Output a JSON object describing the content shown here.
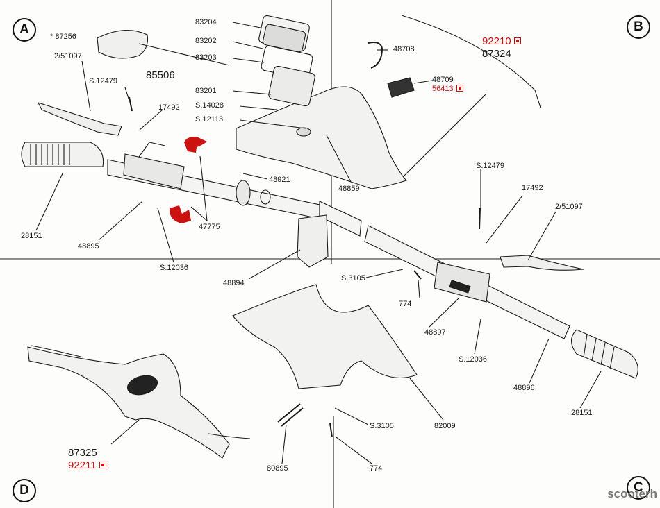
{
  "sections": {
    "a": "A",
    "b": "B",
    "c": "C",
    "d": "D"
  },
  "labels": {
    "p87256": "* 87256",
    "p2_51097_left": "2/51097",
    "s12479_left": "S.12479",
    "p17492_left": "17492",
    "p83204": "83204",
    "p83202": "83202",
    "p83203": "83203",
    "p85506": "85506",
    "p83201": "83201",
    "s14028": "S.14028",
    "s12113": "S.12113",
    "p48708": "48708",
    "p92210": "92210",
    "p87324": "87324",
    "p48709": "48709",
    "p56413": "56413",
    "p48921": "48921",
    "p48859": "48859",
    "p28151_left": "28151",
    "p48895": "48895",
    "p47775": "47775",
    "s12036_left": "S.12036",
    "s12479_right": "S.12479",
    "p17492_right": "17492",
    "p2_51097_right": "2/51097",
    "p48894": "48894",
    "s3105_top": "S.3105",
    "p774_top": "774",
    "p48897": "48897",
    "s12036_right": "S.12036",
    "p48896": "48896",
    "p28151_right": "28151",
    "p82009": "82009",
    "s3105_bottom": "S.3105",
    "p774_bottom": "774",
    "p80895": "80895",
    "p87325": "87325",
    "p92211": "92211"
  },
  "watermark": "scooterh",
  "colors": {
    "line": "#1a1a1a",
    "highlight": "#cc1111",
    "paper": "#fdfdfb"
  }
}
